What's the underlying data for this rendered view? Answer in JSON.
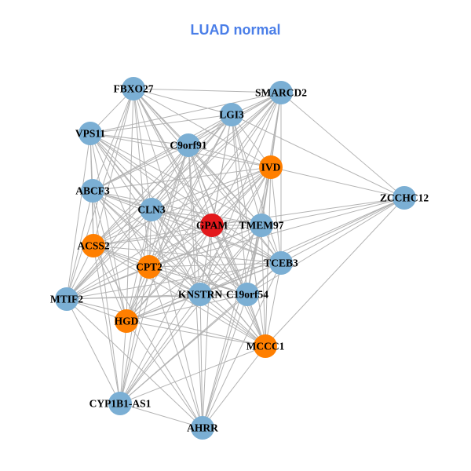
{
  "title": "LUAD normal",
  "colors": {
    "title": "#4a7ee8",
    "hub": "#e3191c",
    "highlight": "#ff7f00",
    "default": "#7bafd4",
    "edge": "#b3b3b3"
  },
  "nodes": [
    {
      "id": "FBXO27",
      "group": "default"
    },
    {
      "id": "SMARCD2",
      "group": "default"
    },
    {
      "id": "LGI3",
      "group": "default"
    },
    {
      "id": "VPS11",
      "group": "default"
    },
    {
      "id": "C9orf91",
      "group": "default"
    },
    {
      "id": "IVD",
      "group": "highlight"
    },
    {
      "id": "ABCF3",
      "group": "default"
    },
    {
      "id": "ZCCHC12",
      "group": "default"
    },
    {
      "id": "CLN3",
      "group": "default"
    },
    {
      "id": "GPAM",
      "group": "hub"
    },
    {
      "id": "TMEM97",
      "group": "default"
    },
    {
      "id": "ACSS2",
      "group": "highlight"
    },
    {
      "id": "CPT2",
      "group": "highlight"
    },
    {
      "id": "TCEB3",
      "group": "default"
    },
    {
      "id": "MTIF2",
      "group": "default"
    },
    {
      "id": "KNSTRN",
      "group": "default"
    },
    {
      "id": "C19orf54",
      "group": "default"
    },
    {
      "id": "HGD",
      "group": "highlight"
    },
    {
      "id": "MCCC1",
      "group": "highlight"
    },
    {
      "id": "CYP1B1-AS1",
      "group": "default"
    },
    {
      "id": "AHRR",
      "group": "default"
    }
  ],
  "edges": [
    [
      "FBXO27",
      "SMARCD2"
    ],
    [
      "FBXO27",
      "LGI3"
    ],
    [
      "FBXO27",
      "VPS11"
    ],
    [
      "FBXO27",
      "C9orf91"
    ],
    [
      "FBXO27",
      "IVD"
    ],
    [
      "FBXO27",
      "ABCF3"
    ],
    [
      "FBXO27",
      "CLN3"
    ],
    [
      "FBXO27",
      "GPAM"
    ],
    [
      "FBXO27",
      "TMEM97"
    ],
    [
      "FBXO27",
      "ACSS2"
    ],
    [
      "FBXO27",
      "CPT2"
    ],
    [
      "FBXO27",
      "TCEB3"
    ],
    [
      "FBXO27",
      "MTIF2"
    ],
    [
      "FBXO27",
      "KNSTRN"
    ],
    [
      "FBXO27",
      "C19orf54"
    ],
    [
      "FBXO27",
      "HGD"
    ],
    [
      "FBXO27",
      "MCCC1"
    ],
    [
      "SMARCD2",
      "LGI3"
    ],
    [
      "SMARCD2",
      "VPS11"
    ],
    [
      "SMARCD2",
      "C9orf91"
    ],
    [
      "SMARCD2",
      "IVD"
    ],
    [
      "SMARCD2",
      "ZCCHC12"
    ],
    [
      "SMARCD2",
      "CLN3"
    ],
    [
      "SMARCD2",
      "GPAM"
    ],
    [
      "SMARCD2",
      "TMEM97"
    ],
    [
      "SMARCD2",
      "ACSS2"
    ],
    [
      "SMARCD2",
      "CPT2"
    ],
    [
      "SMARCD2",
      "TCEB3"
    ],
    [
      "SMARCD2",
      "MTIF2"
    ],
    [
      "SMARCD2",
      "KNSTRN"
    ],
    [
      "SMARCD2",
      "C19orf54"
    ],
    [
      "SMARCD2",
      "HGD"
    ],
    [
      "SMARCD2",
      "ABCF3"
    ],
    [
      "LGI3",
      "VPS11"
    ],
    [
      "LGI3",
      "C9orf91"
    ],
    [
      "LGI3",
      "IVD"
    ],
    [
      "LGI3",
      "ABCF3"
    ],
    [
      "LGI3",
      "CLN3"
    ],
    [
      "LGI3",
      "GPAM"
    ],
    [
      "LGI3",
      "TMEM97"
    ],
    [
      "LGI3",
      "ACSS2"
    ],
    [
      "LGI3",
      "CPT2"
    ],
    [
      "LGI3",
      "TCEB3"
    ],
    [
      "LGI3",
      "MTIF2"
    ],
    [
      "LGI3",
      "KNSTRN"
    ],
    [
      "LGI3",
      "C19orf54"
    ],
    [
      "LGI3",
      "HGD"
    ],
    [
      "LGI3",
      "MCCC1"
    ],
    [
      "LGI3",
      "ZCCHC12"
    ],
    [
      "VPS11",
      "C9orf91"
    ],
    [
      "VPS11",
      "IVD"
    ],
    [
      "VPS11",
      "ABCF3"
    ],
    [
      "VPS11",
      "CLN3"
    ],
    [
      "VPS11",
      "GPAM"
    ],
    [
      "VPS11",
      "TMEM97"
    ],
    [
      "VPS11",
      "ACSS2"
    ],
    [
      "VPS11",
      "CPT2"
    ],
    [
      "VPS11",
      "TCEB3"
    ],
    [
      "VPS11",
      "MTIF2"
    ],
    [
      "VPS11",
      "KNSTRN"
    ],
    [
      "VPS11",
      "C19orf54"
    ],
    [
      "VPS11",
      "HGD"
    ],
    [
      "VPS11",
      "MCCC1"
    ],
    [
      "C9orf91",
      "IVD"
    ],
    [
      "C9orf91",
      "ABCF3"
    ],
    [
      "C9orf91",
      "CLN3"
    ],
    [
      "C9orf91",
      "GPAM"
    ],
    [
      "C9orf91",
      "TMEM97"
    ],
    [
      "C9orf91",
      "ACSS2"
    ],
    [
      "C9orf91",
      "CPT2"
    ],
    [
      "C9orf91",
      "TCEB3"
    ],
    [
      "C9orf91",
      "MTIF2"
    ],
    [
      "C9orf91",
      "KNSTRN"
    ],
    [
      "C9orf91",
      "C19orf54"
    ],
    [
      "C9orf91",
      "HGD"
    ],
    [
      "C9orf91",
      "MCCC1"
    ],
    [
      "C9orf91",
      "AHRR"
    ],
    [
      "C9orf91",
      "CYP1B1-AS1"
    ],
    [
      "IVD",
      "ABCF3"
    ],
    [
      "IVD",
      "ZCCHC12"
    ],
    [
      "IVD",
      "CLN3"
    ],
    [
      "IVD",
      "GPAM"
    ],
    [
      "IVD",
      "TMEM97"
    ],
    [
      "IVD",
      "ACSS2"
    ],
    [
      "IVD",
      "CPT2"
    ],
    [
      "IVD",
      "TCEB3"
    ],
    [
      "IVD",
      "MTIF2"
    ],
    [
      "IVD",
      "KNSTRN"
    ],
    [
      "IVD",
      "C19orf54"
    ],
    [
      "IVD",
      "HGD"
    ],
    [
      "IVD",
      "MCCC1"
    ],
    [
      "IVD",
      "AHRR"
    ],
    [
      "IVD",
      "CYP1B1-AS1"
    ],
    [
      "ABCF3",
      "CLN3"
    ],
    [
      "ABCF3",
      "GPAM"
    ],
    [
      "ABCF3",
      "TMEM97"
    ],
    [
      "ABCF3",
      "ACSS2"
    ],
    [
      "ABCF3",
      "CPT2"
    ],
    [
      "ABCF3",
      "TCEB3"
    ],
    [
      "ABCF3",
      "MTIF2"
    ],
    [
      "ABCF3",
      "KNSTRN"
    ],
    [
      "ABCF3",
      "C19orf54"
    ],
    [
      "ABCF3",
      "HGD"
    ],
    [
      "ABCF3",
      "MCCC1"
    ],
    [
      "ABCF3",
      "CYP1B1-AS1"
    ],
    [
      "ZCCHC12",
      "TMEM97"
    ],
    [
      "ZCCHC12",
      "TCEB3"
    ],
    [
      "ZCCHC12",
      "GPAM"
    ],
    [
      "ZCCHC12",
      "C19orf54"
    ],
    [
      "ZCCHC12",
      "KNSTRN"
    ],
    [
      "ZCCHC12",
      "MCCC1"
    ],
    [
      "ZCCHC12",
      "CPT2"
    ],
    [
      "ZCCHC12",
      "HGD"
    ],
    [
      "CLN3",
      "GPAM"
    ],
    [
      "CLN3",
      "TMEM97"
    ],
    [
      "CLN3",
      "ACSS2"
    ],
    [
      "CLN3",
      "CPT2"
    ],
    [
      "CLN3",
      "TCEB3"
    ],
    [
      "CLN3",
      "MTIF2"
    ],
    [
      "CLN3",
      "KNSTRN"
    ],
    [
      "CLN3",
      "C19orf54"
    ],
    [
      "CLN3",
      "HGD"
    ],
    [
      "CLN3",
      "MCCC1"
    ],
    [
      "CLN3",
      "AHRR"
    ],
    [
      "CLN3",
      "CYP1B1-AS1"
    ],
    [
      "GPAM",
      "TMEM97"
    ],
    [
      "GPAM",
      "ACSS2"
    ],
    [
      "GPAM",
      "CPT2"
    ],
    [
      "GPAM",
      "TCEB3"
    ],
    [
      "GPAM",
      "MTIF2"
    ],
    [
      "GPAM",
      "KNSTRN"
    ],
    [
      "GPAM",
      "C19orf54"
    ],
    [
      "GPAM",
      "HGD"
    ],
    [
      "GPAM",
      "MCCC1"
    ],
    [
      "GPAM",
      "AHRR"
    ],
    [
      "GPAM",
      "CYP1B1-AS1"
    ],
    [
      "TMEM97",
      "ACSS2"
    ],
    [
      "TMEM97",
      "CPT2"
    ],
    [
      "TMEM97",
      "TCEB3"
    ],
    [
      "TMEM97",
      "MTIF2"
    ],
    [
      "TMEM97",
      "KNSTRN"
    ],
    [
      "TMEM97",
      "C19orf54"
    ],
    [
      "TMEM97",
      "HGD"
    ],
    [
      "TMEM97",
      "MCCC1"
    ],
    [
      "TMEM97",
      "AHRR"
    ],
    [
      "TMEM97",
      "CYP1B1-AS1"
    ],
    [
      "ACSS2",
      "CPT2"
    ],
    [
      "ACSS2",
      "TCEB3"
    ],
    [
      "ACSS2",
      "MTIF2"
    ],
    [
      "ACSS2",
      "KNSTRN"
    ],
    [
      "ACSS2",
      "C19orf54"
    ],
    [
      "ACSS2",
      "HGD"
    ],
    [
      "ACSS2",
      "MCCC1"
    ],
    [
      "ACSS2",
      "AHRR"
    ],
    [
      "ACSS2",
      "CYP1B1-AS1"
    ],
    [
      "CPT2",
      "TCEB3"
    ],
    [
      "CPT2",
      "MTIF2"
    ],
    [
      "CPT2",
      "KNSTRN"
    ],
    [
      "CPT2",
      "C19orf54"
    ],
    [
      "CPT2",
      "HGD"
    ],
    [
      "CPT2",
      "MCCC1"
    ],
    [
      "CPT2",
      "AHRR"
    ],
    [
      "CPT2",
      "CYP1B1-AS1"
    ],
    [
      "TCEB3",
      "MTIF2"
    ],
    [
      "TCEB3",
      "KNSTRN"
    ],
    [
      "TCEB3",
      "C19orf54"
    ],
    [
      "TCEB3",
      "HGD"
    ],
    [
      "TCEB3",
      "MCCC1"
    ],
    [
      "TCEB3",
      "AHRR"
    ],
    [
      "TCEB3",
      "CYP1B1-AS1"
    ],
    [
      "MTIF2",
      "KNSTRN"
    ],
    [
      "MTIF2",
      "C19orf54"
    ],
    [
      "MTIF2",
      "HGD"
    ],
    [
      "MTIF2",
      "MCCC1"
    ],
    [
      "MTIF2",
      "AHRR"
    ],
    [
      "MTIF2",
      "CYP1B1-AS1"
    ],
    [
      "KNSTRN",
      "C19orf54"
    ],
    [
      "KNSTRN",
      "HGD"
    ],
    [
      "KNSTRN",
      "MCCC1"
    ],
    [
      "KNSTRN",
      "AHRR"
    ],
    [
      "KNSTRN",
      "CYP1B1-AS1"
    ],
    [
      "C19orf54",
      "HGD"
    ],
    [
      "C19orf54",
      "MCCC1"
    ],
    [
      "C19orf54",
      "AHRR"
    ],
    [
      "C19orf54",
      "CYP1B1-AS1"
    ],
    [
      "HGD",
      "MCCC1"
    ],
    [
      "HGD",
      "AHRR"
    ],
    [
      "HGD",
      "CYP1B1-AS1"
    ],
    [
      "MCCC1",
      "AHRR"
    ],
    [
      "MCCC1",
      "CYP1B1-AS1"
    ],
    [
      "CYP1B1-AS1",
      "AHRR"
    ]
  ]
}
